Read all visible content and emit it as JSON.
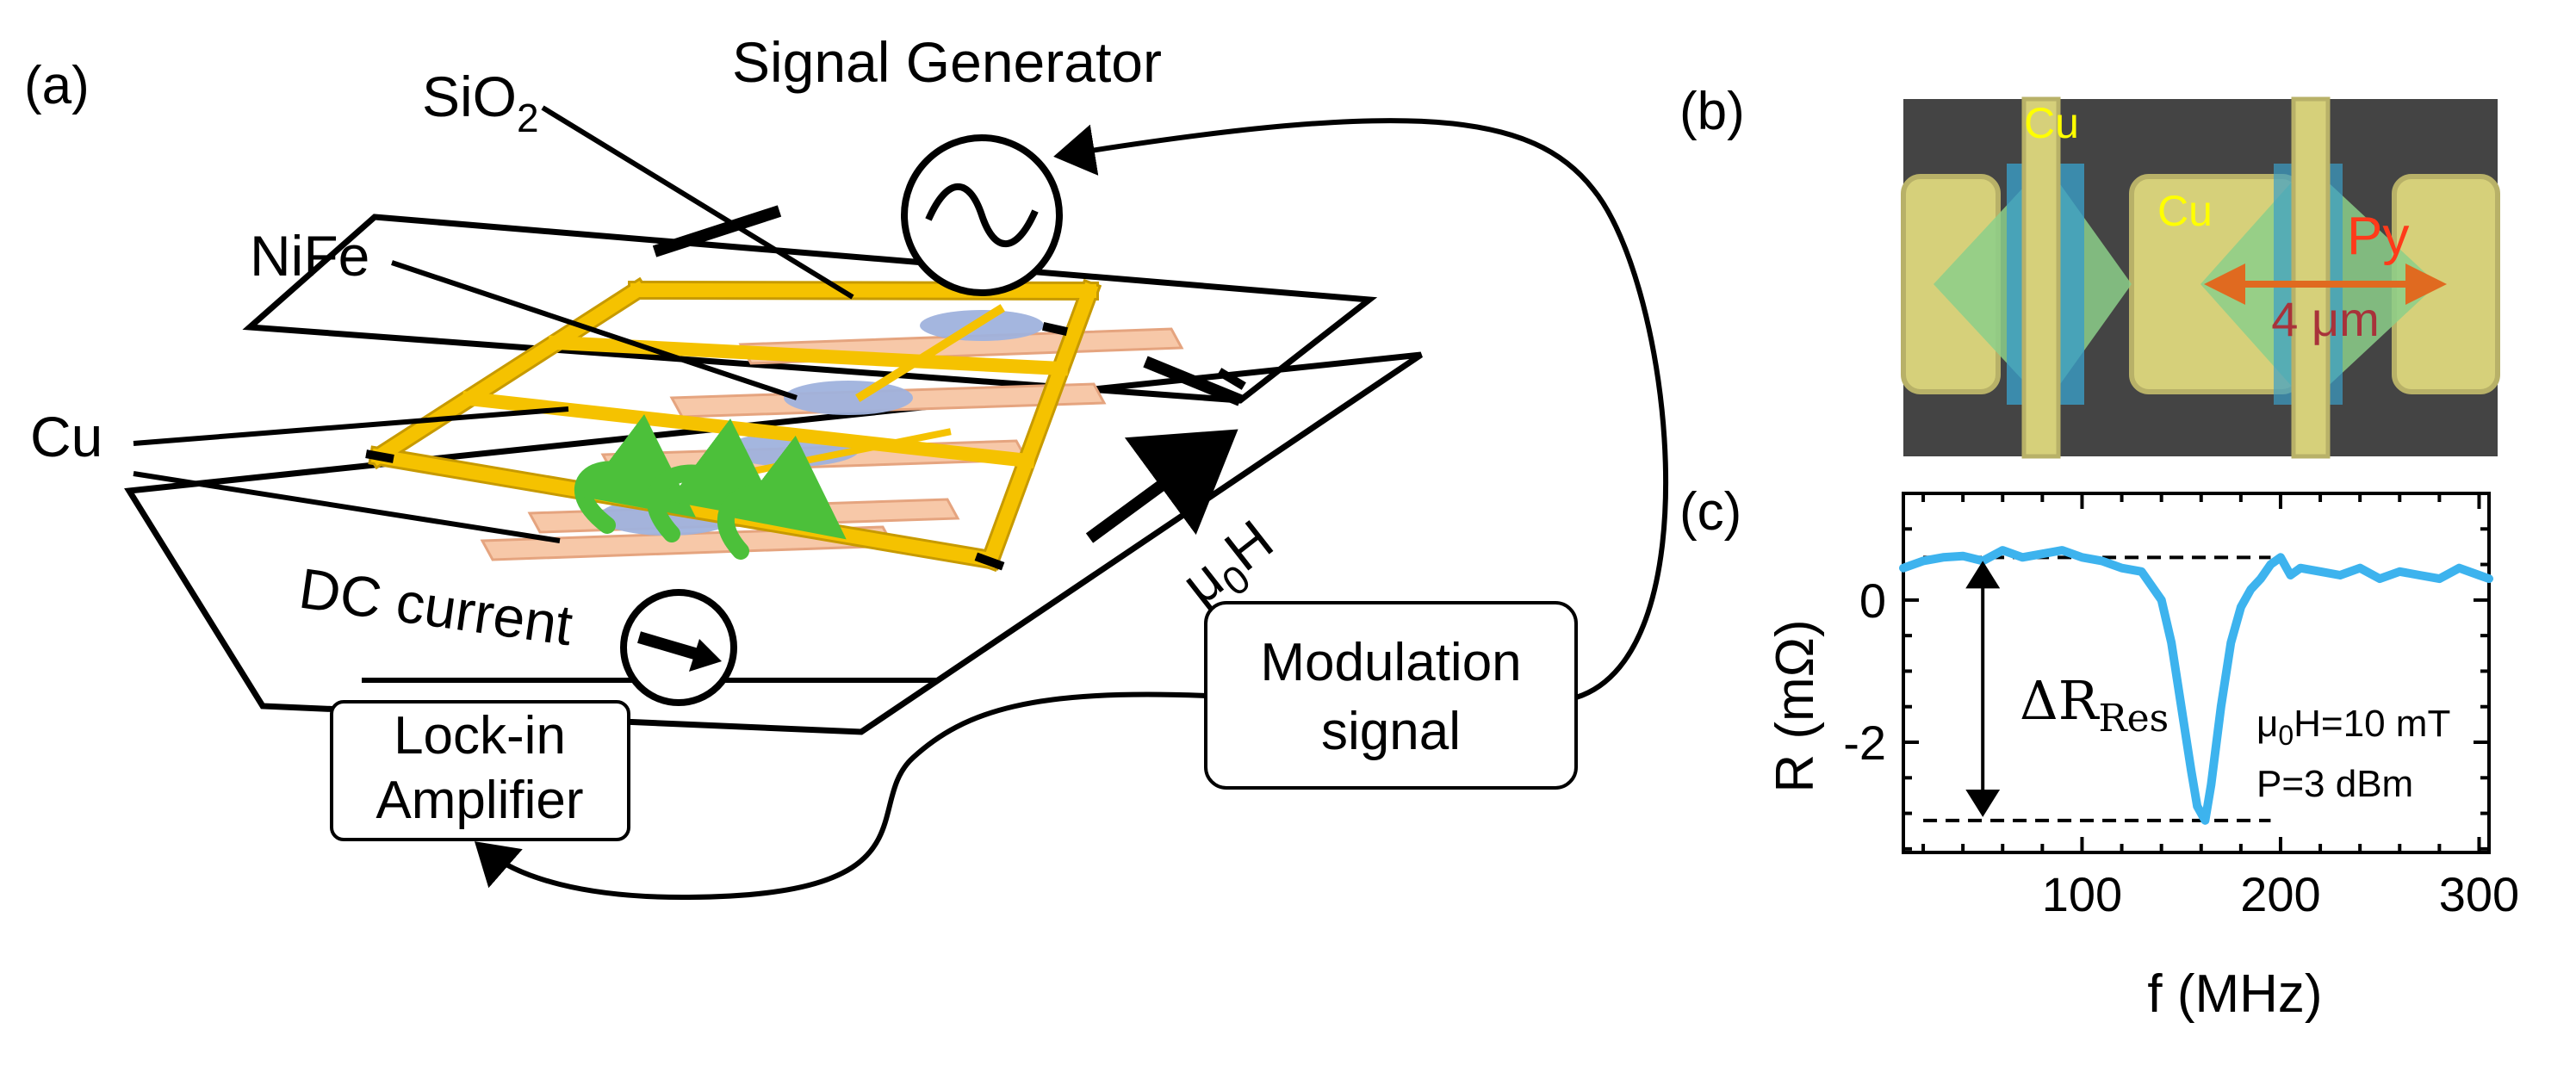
{
  "panel_a": {
    "label": "(a)",
    "signal_generator": "Signal Generator",
    "sio2_main": "SiO",
    "sio2_sub": "2",
    "nife": "NiFe",
    "cu": "Cu",
    "field_main": "μ",
    "field_sub": "0",
    "field_end": "H",
    "dc_current": "DC current",
    "lockin_line1": "Lock-in",
    "lockin_line2": "Amplifier",
    "modulation_line1": "Modulation",
    "modulation_line2": "signal"
  },
  "panel_b": {
    "label": "(b)",
    "cu_top": "Cu",
    "cu_mid": "Cu",
    "py": "Py",
    "scale": "4 μm"
  },
  "panel_c": {
    "label": "(c)",
    "ylabel": "R (mΩ)",
    "xlabel": "f (MHz)",
    "delta_main": "ΔR",
    "delta_sub": "Res",
    "cond_field_main": "μ",
    "cond_field_sub": "0",
    "cond_field_end": "H=10 mT",
    "cond_power": "P=3 dBm"
  },
  "colors": {
    "cu_yellow": "#f5c200",
    "cu_dark": "#c79a00",
    "pad_peach": "#f7c8a8",
    "py_blue": "#9fb2dd",
    "swirl_green": "#4cc03a",
    "sem_bg": "#444444",
    "sem_yellow": "#d6d07a",
    "sem_blue": "#3a9ec7",
    "sem_green": "#8ccf8a",
    "py_red": "#ff3a1a",
    "arrow_orange": "#e06a20",
    "curve_blue": "#3db3ee"
  },
  "chart_data": {
    "type": "line",
    "xlabel": "f (MHz)",
    "ylabel": "R (mΩ)",
    "xlim": [
      10,
      305
    ],
    "ylim": [
      -3.55,
      1.5
    ],
    "xticks": [
      100,
      200,
      300
    ],
    "yticks": [
      0,
      -2
    ],
    "xtick_labels": [
      "100",
      "200",
      "300"
    ],
    "ytick_labels": [
      "0",
      "-2"
    ],
    "series": [
      {
        "x": [
          10,
          20,
          30,
          40,
          50,
          60,
          70,
          80,
          90,
          100,
          110,
          120,
          130,
          140,
          145,
          150,
          155,
          158,
          162,
          165,
          170,
          175,
          180,
          185,
          190,
          195,
          200,
          205,
          210,
          220,
          230,
          240,
          250,
          260,
          270,
          280,
          290,
          300,
          305
        ],
        "y": [
          0.45,
          0.55,
          0.6,
          0.62,
          0.55,
          0.7,
          0.6,
          0.65,
          0.7,
          0.6,
          0.55,
          0.45,
          0.4,
          0.0,
          -0.6,
          -1.5,
          -2.4,
          -2.9,
          -3.1,
          -2.6,
          -1.5,
          -0.6,
          -0.1,
          0.15,
          0.3,
          0.5,
          0.6,
          0.35,
          0.45,
          0.4,
          0.35,
          0.45,
          0.3,
          0.4,
          0.35,
          0.3,
          0.45,
          0.35,
          0.3
        ]
      }
    ],
    "reference_levels": [
      0.6,
      -3.1
    ],
    "reference_x_range": [
      20,
      195
    ]
  }
}
